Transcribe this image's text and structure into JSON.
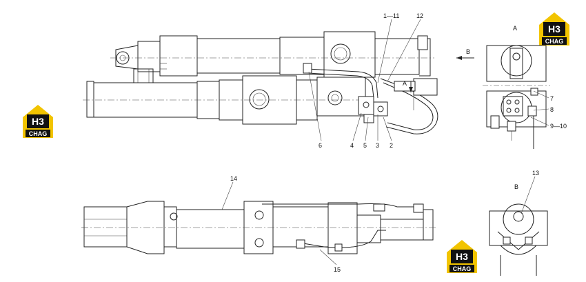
{
  "logos": {
    "logo_text": "H3",
    "logo_brand": "CHAG",
    "accent_yellow": "#f2c400",
    "logo_dark": "#111111"
  },
  "view_labels": {
    "a": "A",
    "b_arrow": "B",
    "a_arrow": "A",
    "b": "B"
  },
  "callouts": [
    {
      "id": "1-11",
      "text": "1—11"
    },
    {
      "id": "12",
      "text": "12"
    },
    {
      "id": "6",
      "text": "6"
    },
    {
      "id": "4",
      "text": "4"
    },
    {
      "id": "5",
      "text": "5"
    },
    {
      "id": "3",
      "text": "3"
    },
    {
      "id": "2",
      "text": "2"
    },
    {
      "id": "7",
      "text": "7"
    },
    {
      "id": "8",
      "text": "8"
    },
    {
      "id": "9-10",
      "text": "9—10"
    },
    {
      "id": "14",
      "text": "14"
    },
    {
      "id": "13",
      "text": "13"
    },
    {
      "id": "15",
      "text": "15"
    }
  ]
}
